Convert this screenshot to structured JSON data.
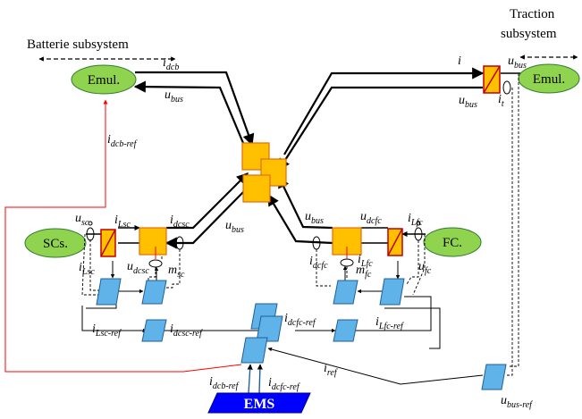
{
  "headings": {
    "battery": "Batterie subsystem",
    "traction_1": "Traction",
    "traction_2": "subsystem"
  },
  "blocks": {
    "emul_battery": "Emul.",
    "emul_traction": "Emul.",
    "scs": "SCs.",
    "fc": "FC.",
    "ems": "EMS"
  },
  "labels": [
    {
      "base": "i",
      "sub": "dcb"
    },
    {
      "base": "u",
      "sub": "bus"
    },
    {
      "base": "i",
      "sub": "dcb-ref"
    },
    {
      "base": "i",
      "sub": ""
    },
    {
      "base": "u",
      "sub": "bus"
    },
    {
      "base": "u",
      "sub": "bus"
    },
    {
      "base": "i",
      "sub": "t"
    },
    {
      "base": "u",
      "sub": "sc"
    },
    {
      "base": "i",
      "sub": "Lsc"
    },
    {
      "base": "i",
      "sub": "dcsc"
    },
    {
      "base": "u",
      "sub": "bus"
    },
    {
      "base": "u",
      "sub": "dcsc"
    },
    {
      "base": "m",
      "sub": "sc"
    },
    {
      "base": "i",
      "sub": "Lsc"
    },
    {
      "base": "u",
      "sub": "bus"
    },
    {
      "base": "u",
      "sub": "dcfc"
    },
    {
      "base": "i",
      "sub": "Lfc"
    },
    {
      "base": "i",
      "sub": "dcfc"
    },
    {
      "base": "m",
      "sub": "fc"
    },
    {
      "base": "i",
      "sub": "Lfc"
    },
    {
      "base": "u",
      "sub": "fc"
    },
    {
      "base": "i",
      "sub": "Lsc-ref"
    },
    {
      "base": "i",
      "sub": "dcsc-ref"
    },
    {
      "base": "i",
      "sub": "dcfc-ref"
    },
    {
      "base": "i",
      "sub": "Lfc-ref"
    },
    {
      "base": "i",
      "sub": "ref"
    },
    {
      "base": "i",
      "sub": "dcb-ref"
    },
    {
      "base": "i",
      "sub": "dcfc-ref"
    },
    {
      "base": "u",
      "sub": "bus-ref"
    }
  ],
  "colors": {
    "emul_fill": "#8fd34f",
    "converter_fill": "#ffc000",
    "converter_stroke": "#e46c0a",
    "controller_fill": "#5fb3e8",
    "controller_stroke": "#1f5f99",
    "ems_fill": "#0000ff",
    "ems_text": "#ffffff",
    "ref_line": "#ff0000"
  }
}
